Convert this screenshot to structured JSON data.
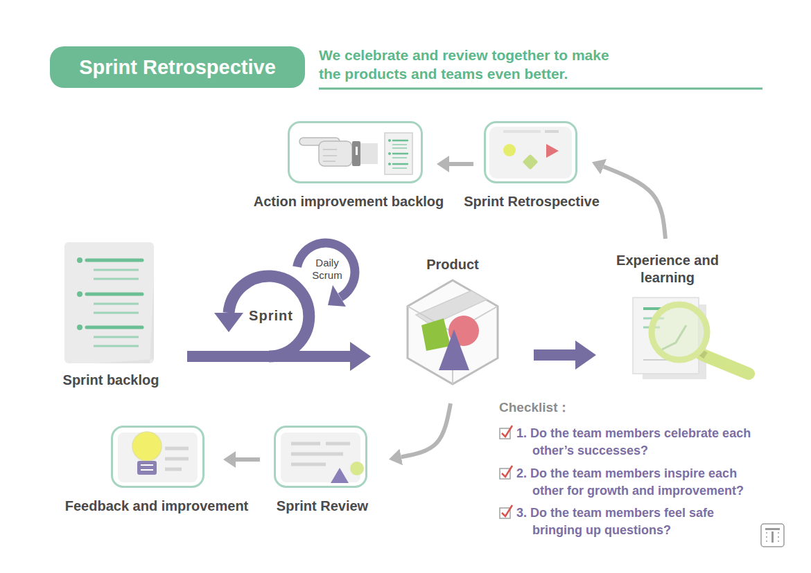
{
  "diagram": {
    "title": "Sprint Retrospective",
    "nodes": [
      {
        "text": [
          "Action improvement backlog"
        ]
      },
      {
        "text": [
          "Sprint Retrospective"
        ]
      },
      {
        "text": [
          "Sprint backlog"
        ]
      },
      {
        "text": [
          "Product"
        ]
      },
      {
        "text": [
          "Experience and learning"
        ]
      },
      {
        "text": [
          "Feedback and improvement"
        ]
      },
      {
        "text": [
          "Sprint Review"
        ]
      }
    ],
    "edges": [
      {
        "from": 2,
        "to": 3,
        "arrow": "to"
      },
      {
        "from": 3,
        "to": 4,
        "arrow": "to"
      },
      {
        "from": 4,
        "to": 1,
        "arrow": "to"
      },
      {
        "from": 1,
        "to": 0,
        "arrow": "to"
      },
      {
        "from": 3,
        "to": 6,
        "arrow": "to"
      },
      {
        "from": 6,
        "to": 5,
        "arrow": "to"
      }
    ],
    "labels": [
      "We celebrate and review together to make the products and teams even better.",
      "Sprint",
      "Daily Scrum",
      "Checklist：",
      "1. Do the team members celebrate each other’s successes?",
      "2. Do the team members inspire each other for growth and improvement?",
      "3. Do the team members feel safe bringing up questions?"
    ]
  }
}
